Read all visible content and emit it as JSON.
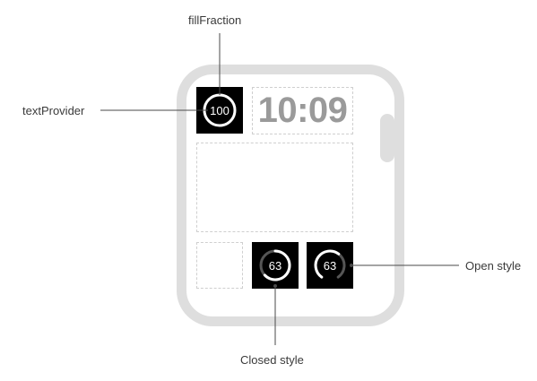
{
  "watch_face": {
    "time": "10:09",
    "complications": {
      "top_left": {
        "text": "100",
        "fill_fraction": 1.0,
        "style": "closed"
      },
      "bottom_middle": {
        "text": "63",
        "fill_fraction": 0.63,
        "style": "closed"
      },
      "bottom_right": {
        "text": "63",
        "fill_fraction": 0.63,
        "style": "open"
      }
    }
  },
  "callouts": {
    "fill_fraction": "fillFraction",
    "text_provider": "textProvider",
    "open_style": "Open style",
    "closed_style": "Closed style"
  },
  "colors": {
    "watch_outline": "#dedede",
    "slot_dash": "#cfcfcf",
    "ring_fill": "#ffffff",
    "ring_track": "#555555",
    "leader_line": "#4a4a4a"
  }
}
